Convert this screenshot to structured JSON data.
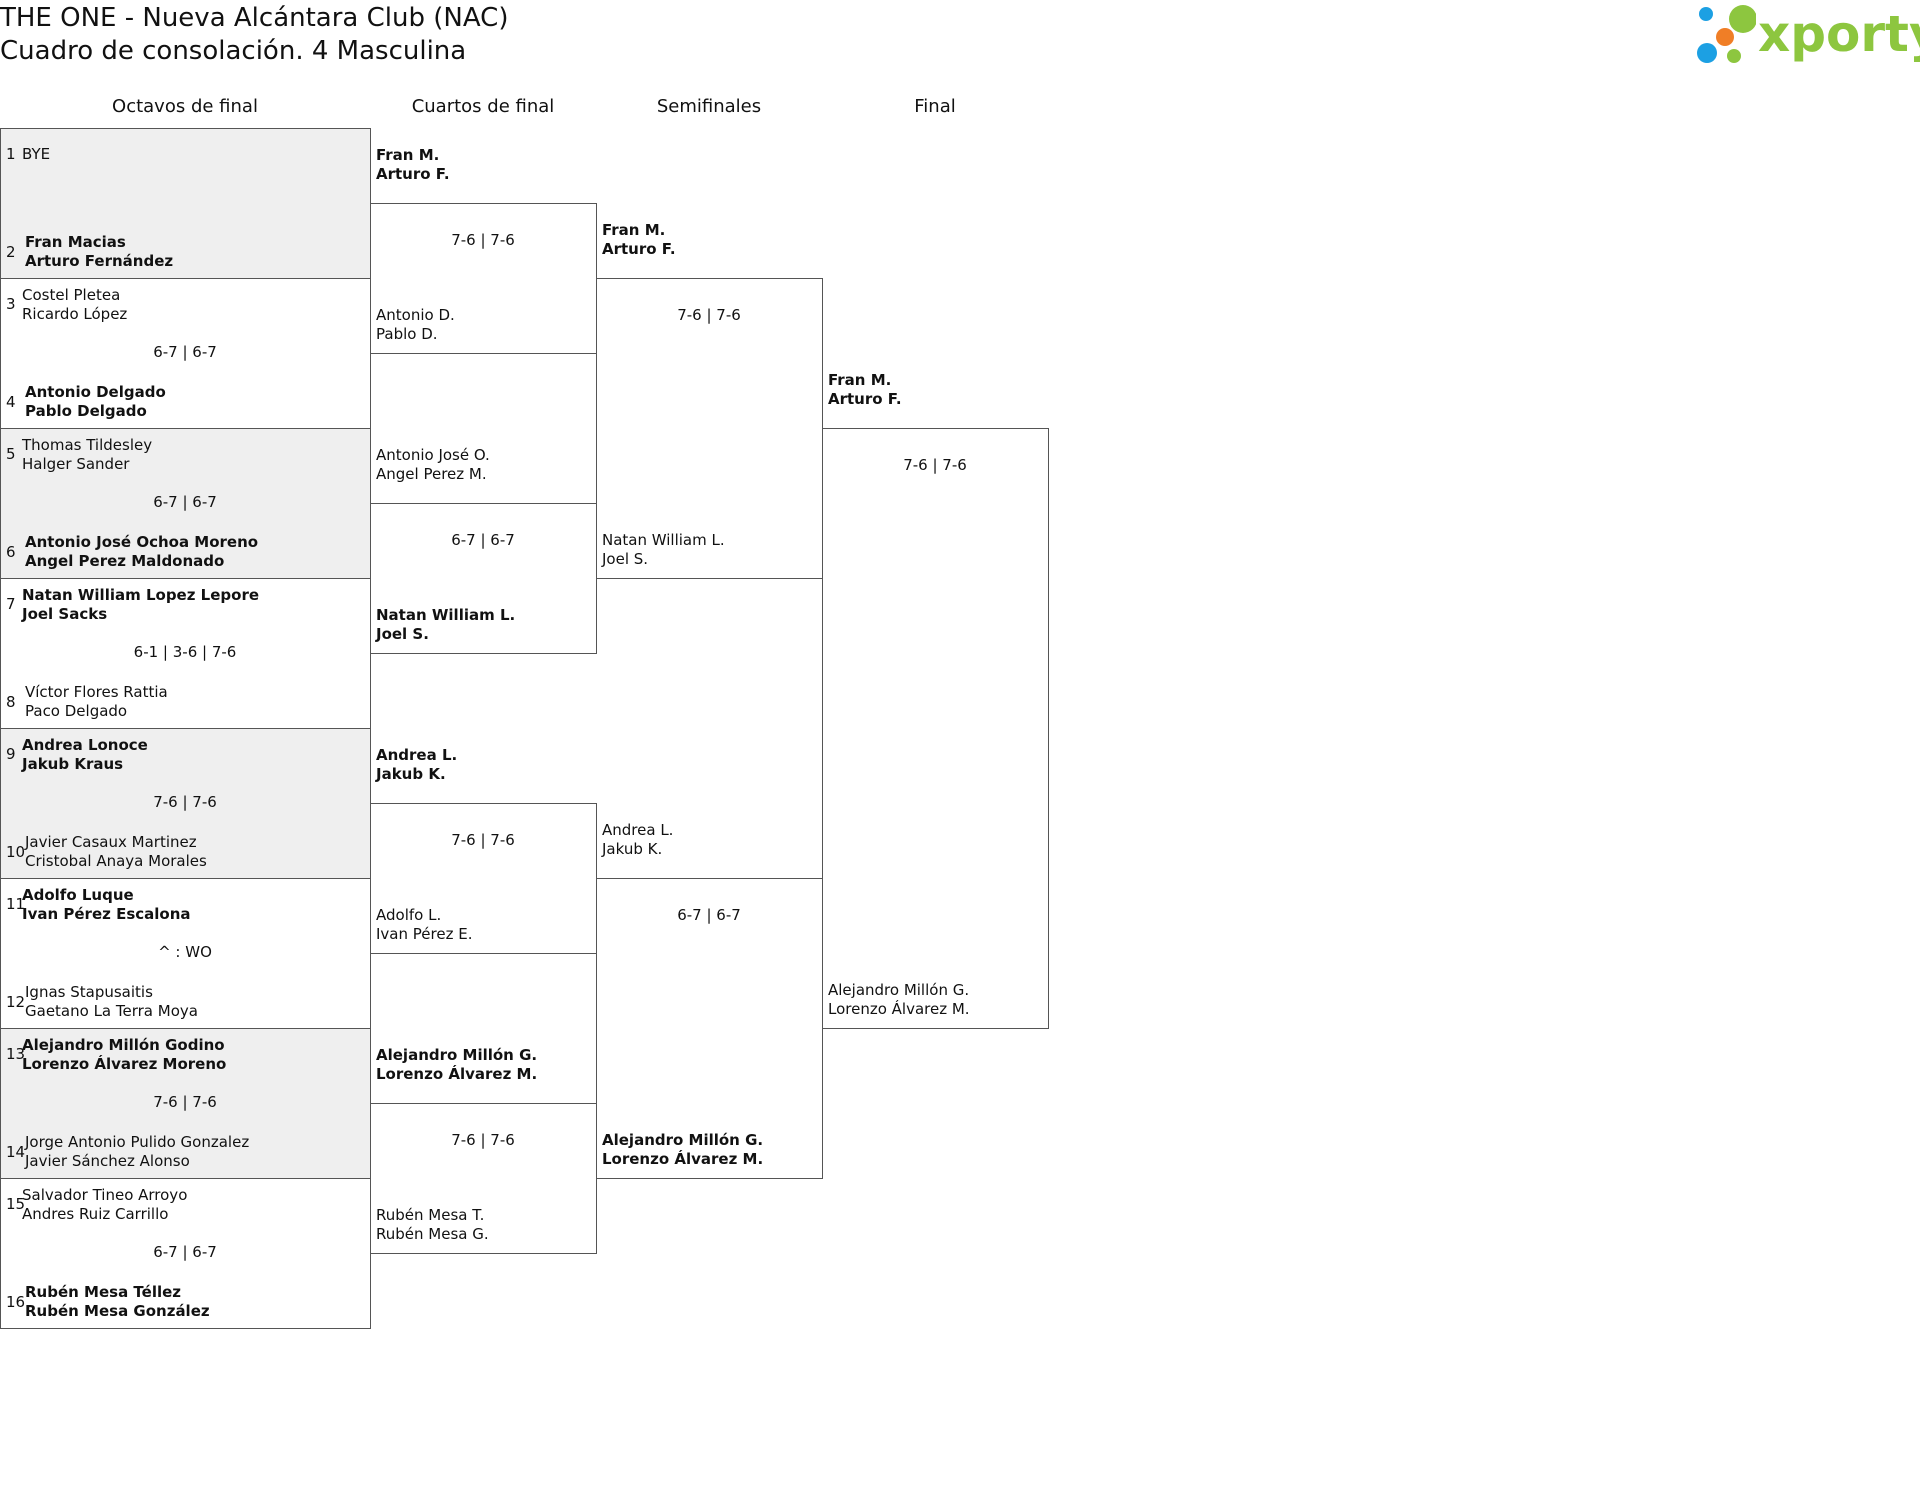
{
  "header": {
    "title": "THE ONE - Nueva Alcántara Club (NAC)",
    "subtitle": "Cuadro de consolación. 4 Masculina"
  },
  "logo": {
    "text": "xporty",
    "dot_colors": [
      "#1ca0e3",
      "#8dc63f",
      "#f07e26",
      "#1ca0e3",
      "#8dc63f"
    ],
    "text_color": "#8dc63f"
  },
  "rounds": [
    "Octavos de final",
    "Cuartos de final",
    "Semifinales",
    "Final"
  ],
  "octavos": [
    {
      "score": "",
      "top": {
        "num": "1",
        "players": [
          "BYE"
        ],
        "winner": false
      },
      "bottom": {
        "num": "2",
        "players": [
          "Fran Macias",
          "Arturo Fernández"
        ],
        "winner": true
      }
    },
    {
      "score": "6-7 | 6-7",
      "top": {
        "num": "3",
        "players": [
          "Costel Pletea",
          "Ricardo López"
        ],
        "winner": false
      },
      "bottom": {
        "num": "4",
        "players": [
          "Antonio Delgado",
          "Pablo Delgado"
        ],
        "winner": true
      }
    },
    {
      "score": "6-7 | 6-7",
      "top": {
        "num": "5",
        "players": [
          "Thomas Tildesley",
          "Halger Sander"
        ],
        "winner": false
      },
      "bottom": {
        "num": "6",
        "players": [
          "Antonio José Ochoa Moreno",
          "Angel Perez Maldonado"
        ],
        "winner": true
      }
    },
    {
      "score": "6-1 | 3-6 | 7-6",
      "top": {
        "num": "7",
        "players": [
          "Natan William Lopez Lepore",
          "Joel Sacks"
        ],
        "winner": true
      },
      "bottom": {
        "num": "8",
        "players": [
          "Víctor Flores Rattia",
          "Paco Delgado"
        ],
        "winner": false
      }
    },
    {
      "score": "7-6 | 7-6",
      "top": {
        "num": "9",
        "players": [
          "Andrea Lonoce",
          "Jakub Kraus"
        ],
        "winner": true
      },
      "bottom": {
        "num": "10",
        "players": [
          "Javier Casaux Martinez",
          "Cristobal Anaya Morales"
        ],
        "winner": false
      }
    },
    {
      "score": "^ : WO",
      "top": {
        "num": "11",
        "players": [
          "Adolfo Luque",
          "Ivan Pérez Escalona"
        ],
        "winner": true
      },
      "bottom": {
        "num": "12",
        "players": [
          "Ignas Stapusaitis",
          "Gaetano La Terra Moya"
        ],
        "winner": false
      }
    },
    {
      "score": "7-6 | 7-6",
      "top": {
        "num": "13",
        "players": [
          "Alejandro Millón Godino",
          "Lorenzo Álvarez Moreno"
        ],
        "winner": true
      },
      "bottom": {
        "num": "14",
        "players": [
          "Jorge Antonio Pulido Gonzalez",
          "Javier Sánchez Alonso"
        ],
        "winner": false
      }
    },
    {
      "score": "6-7 | 6-7",
      "top": {
        "num": "15",
        "players": [
          "Salvador Tineo Arroyo",
          "Andres Ruiz Carrillo"
        ],
        "winner": false
      },
      "bottom": {
        "num": "16",
        "players": [
          "Rubén Mesa Téllez",
          "Rubén Mesa González"
        ],
        "winner": true
      }
    }
  ],
  "cuartos": [
    {
      "score": "7-6 | 7-6",
      "top": {
        "players": [
          "Fran M.",
          "Arturo F."
        ],
        "winner": true
      },
      "bottom": {
        "players": [
          "Antonio D.",
          "Pablo D."
        ],
        "winner": false
      }
    },
    {
      "score": "6-7 | 6-7",
      "top": {
        "players": [
          "Antonio José O.",
          "Angel Perez M."
        ],
        "winner": false
      },
      "bottom": {
        "players": [
          "Natan William L.",
          "Joel S."
        ],
        "winner": true
      }
    },
    {
      "score": "7-6 | 7-6",
      "top": {
        "players": [
          "Andrea L.",
          "Jakub K."
        ],
        "winner": true
      },
      "bottom": {
        "players": [
          "Adolfo L.",
          "Ivan Pérez E."
        ],
        "winner": false
      }
    },
    {
      "score": "7-6 | 7-6",
      "top": {
        "players": [
          "Alejandro Millón G.",
          "Lorenzo Álvarez M."
        ],
        "winner": true
      },
      "bottom": {
        "players": [
          "Rubén Mesa T.",
          "Rubén Mesa G."
        ],
        "winner": false
      }
    }
  ],
  "semis": [
    {
      "score": "7-6 | 7-6",
      "top": {
        "players": [
          "Fran M.",
          "Arturo F."
        ],
        "winner": true
      },
      "bottom": {
        "players": [
          "Natan William L.",
          "Joel S."
        ],
        "winner": false
      }
    },
    {
      "score": "6-7 | 6-7",
      "top": {
        "players": [
          "Andrea L.",
          "Jakub K."
        ],
        "winner": false
      },
      "bottom": {
        "players": [
          "Alejandro Millón G.",
          "Lorenzo Álvarez M."
        ],
        "winner": true
      }
    }
  ],
  "final": [
    {
      "score": "7-6 | 7-6",
      "top": {
        "players": [
          "Fran M.",
          "Arturo F."
        ],
        "winner": true
      },
      "bottom": {
        "players": [
          "Alejandro Millón G.",
          "Lorenzo Álvarez M."
        ],
        "winner": false
      }
    }
  ]
}
